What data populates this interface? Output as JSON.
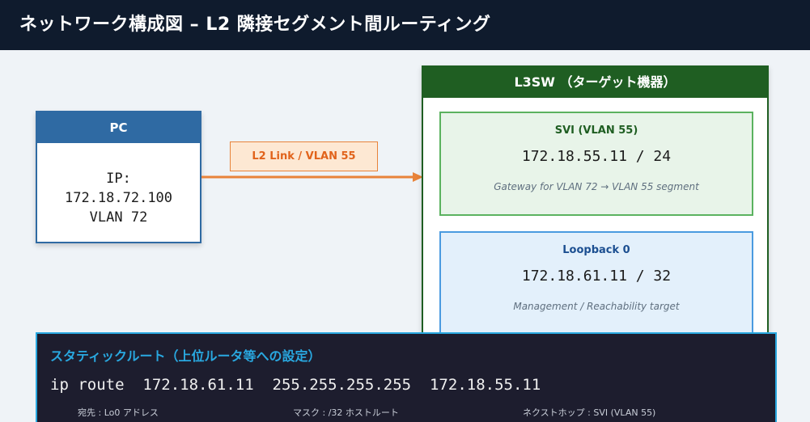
{
  "header": {
    "title": "ネットワーク構成図 – L2 隣接セグメント間ルーティング"
  },
  "pc": {
    "title": "PC",
    "ip_line1": "IP:",
    "ip_line2": "172.18.72.100",
    "vlan": "VLAN 72"
  },
  "link": {
    "label": "L2 Link / VLAN 55",
    "color": "#e8833a"
  },
  "l3sw": {
    "title": "L3SW （ターゲット機器）",
    "svi": {
      "title": "SVI (VLAN 55)",
      "ip": "172.18.55.11 / 24",
      "note": "Gateway for VLAN 72 → VLAN 55 segment"
    },
    "loopback": {
      "title": "Loopback 0",
      "ip": "172.18.61.11 / 32",
      "note": "Management / Reachability target"
    }
  },
  "route": {
    "title": "スタティックルート（上位ルータ等への設定）",
    "cmd": "ip route  172.18.61.11  255.255.255.255  172.18.55.11",
    "notes": [
      "宛先 : Lo0 アドレス",
      "マスク : /32 ホストルート",
      "ネクストホップ : SVI (VLAN 55)"
    ]
  },
  "colors": {
    "pc": "#2f6aa3",
    "l3sw": "#1f5e22",
    "svi": "#5bb25f",
    "loopback": "#4a9be0",
    "route_accent": "#29a8e0",
    "header": "#0f1b2d"
  }
}
